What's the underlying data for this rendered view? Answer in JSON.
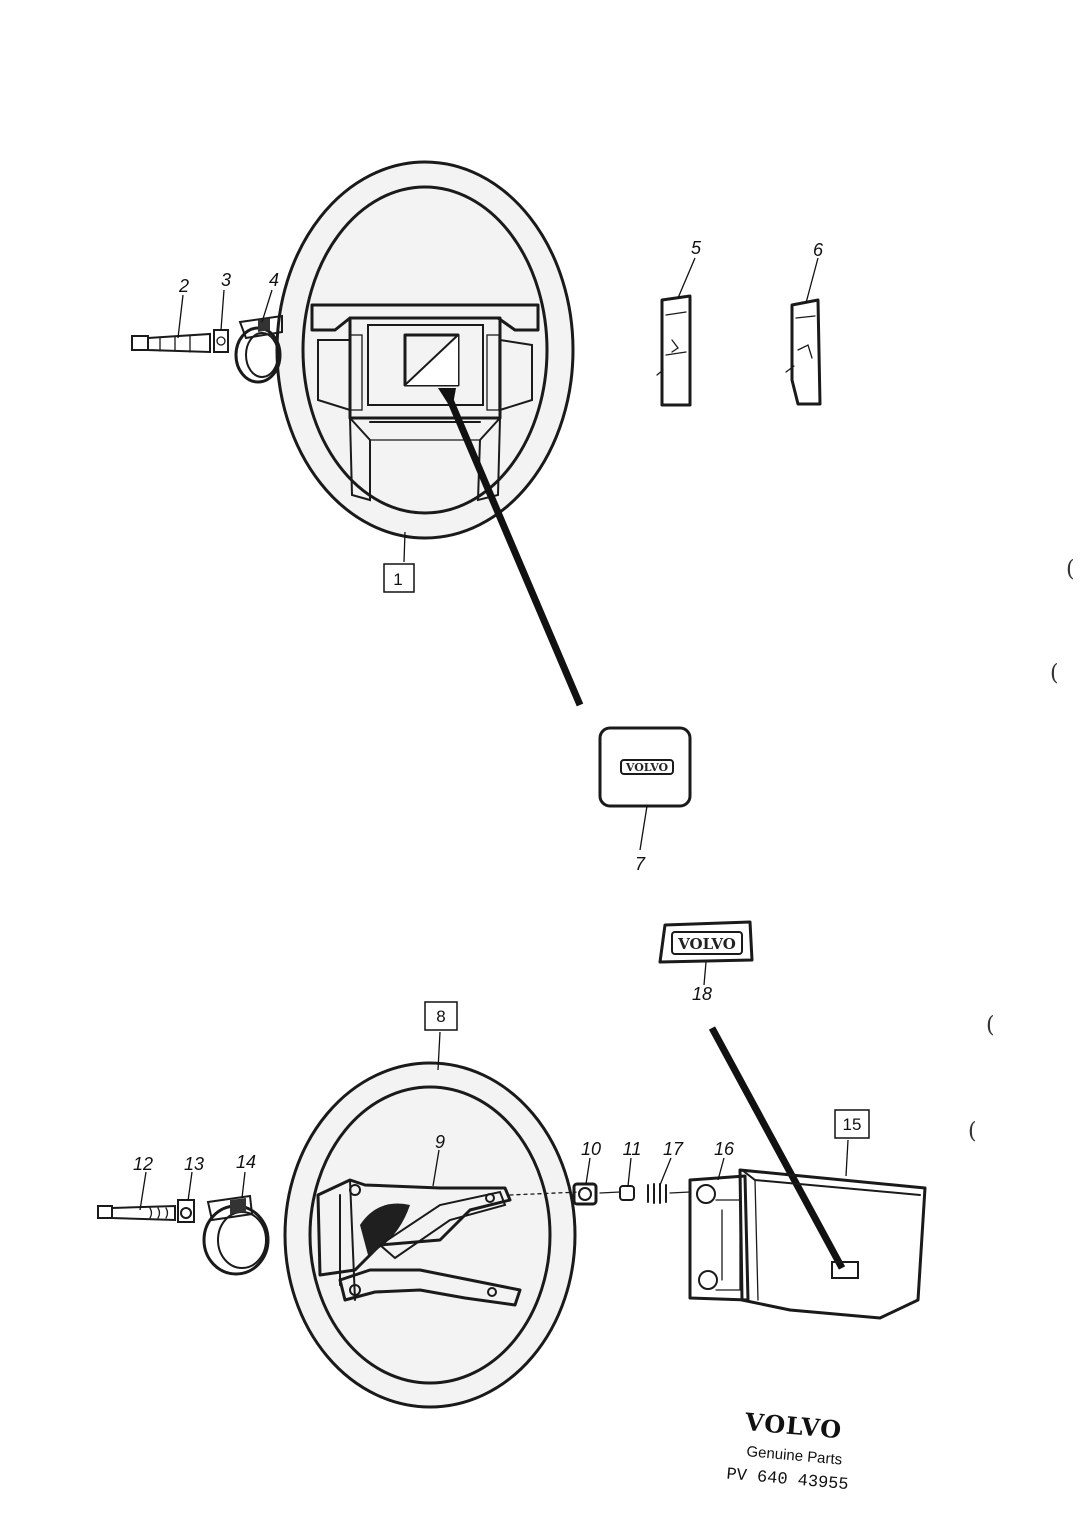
{
  "callouts": {
    "c1": "1",
    "c2": "2",
    "c3": "3",
    "c4": "4",
    "c5": "5",
    "c6": "6",
    "c7": "7",
    "c8": "8",
    "c9": "9",
    "c10": "10",
    "c11": "11",
    "c12": "12",
    "c13": "13",
    "c14": "14",
    "c15": "15",
    "c16": "16",
    "c17": "17",
    "c18": "18"
  },
  "emblems": {
    "part7_badge": "VOLVO",
    "part18_badge": "VOLVO"
  },
  "footer": {
    "brand": "VOLVO",
    "subtitle": "Genuine Parts",
    "ref": "PV  640  43955"
  }
}
